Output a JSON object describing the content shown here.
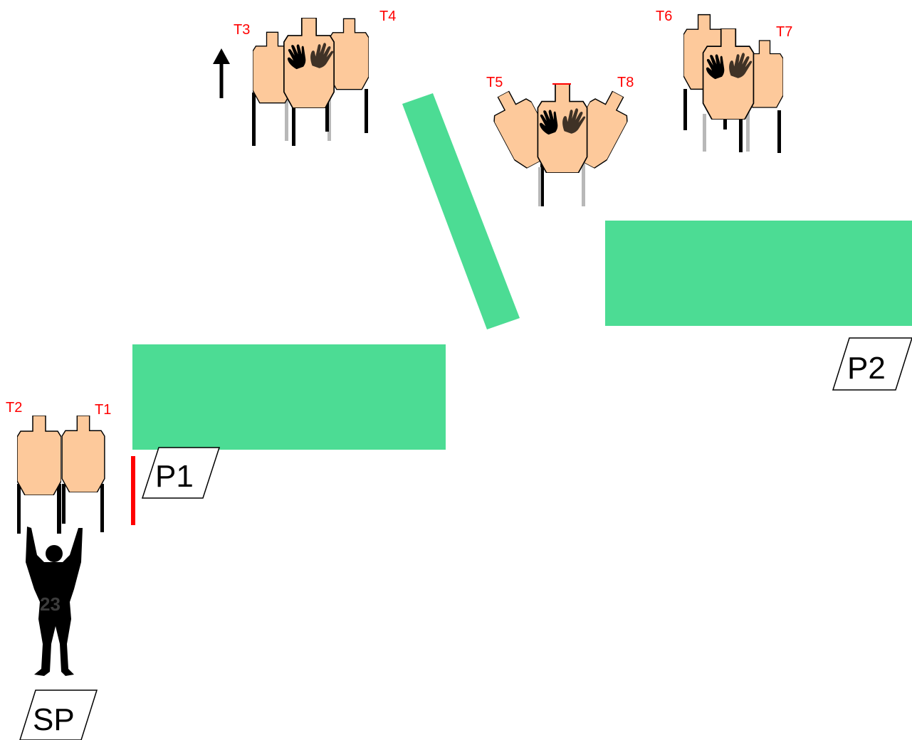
{
  "targets": [
    {
      "id": "t1",
      "label": "T1"
    },
    {
      "id": "t2",
      "label": "T2"
    },
    {
      "id": "t3",
      "label": "T3"
    },
    {
      "id": "t4",
      "label": "T4"
    },
    {
      "id": "t5",
      "label": "T5"
    },
    {
      "id": "t6",
      "label": "T6"
    },
    {
      "id": "t7",
      "label": "T7"
    },
    {
      "id": "t8",
      "label": "T8"
    }
  ],
  "positions": {
    "start": "SP",
    "p1": "P1",
    "p2": "P2"
  },
  "shooter": {
    "jersey_number": "23"
  },
  "colors": {
    "wall": "#4cdc94",
    "target_fill": "#fdc99b",
    "label": "#ff0000",
    "fault_line": "#ff0000",
    "stand": "#000000",
    "stand_rear": "#b8b8b8"
  },
  "icons": {
    "arrow": "up-arrow-icon",
    "no_shoot": "no-shoot-hands-icon",
    "shooter": "shooter-silhouette-icon"
  }
}
